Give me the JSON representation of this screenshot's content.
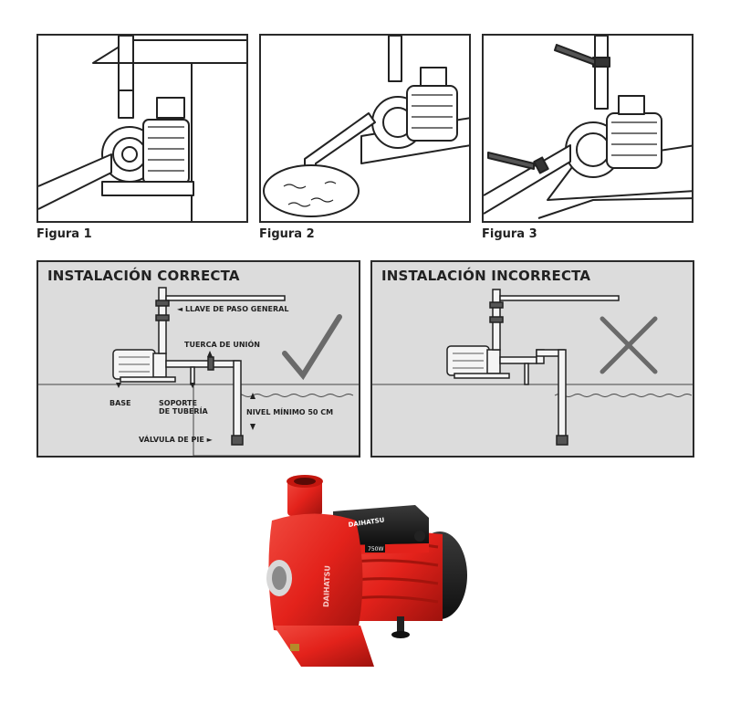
{
  "figures": [
    {
      "caption": "Figura 1"
    },
    {
      "caption": "Figura 2"
    },
    {
      "caption": "Figura 3"
    }
  ],
  "correct": {
    "title": "INSTALACIÓN CORRECTA",
    "labels": {
      "main_valve": "◄ LLAVE DE PASO GENERAL",
      "union_nut": "TUERCA DE UNIÓN",
      "base": "BASE",
      "pipe_support": "SOPORTE\nDE TUBERÍA",
      "min_level": "NIVEL MÍNIMO 50 CM",
      "foot_valve": "VÁLVULA DE PIE ►"
    },
    "mark_icon": "check-mark-icon"
  },
  "incorrect": {
    "title": "INSTALACIÓN INCORRECTA",
    "mark_icon": "cross-mark-icon"
  },
  "product": {
    "brand": "DAIHATSU",
    "power_label": "750W",
    "colors": {
      "body": "#e3221b",
      "motor_cap": "#1a1a1a"
    }
  }
}
